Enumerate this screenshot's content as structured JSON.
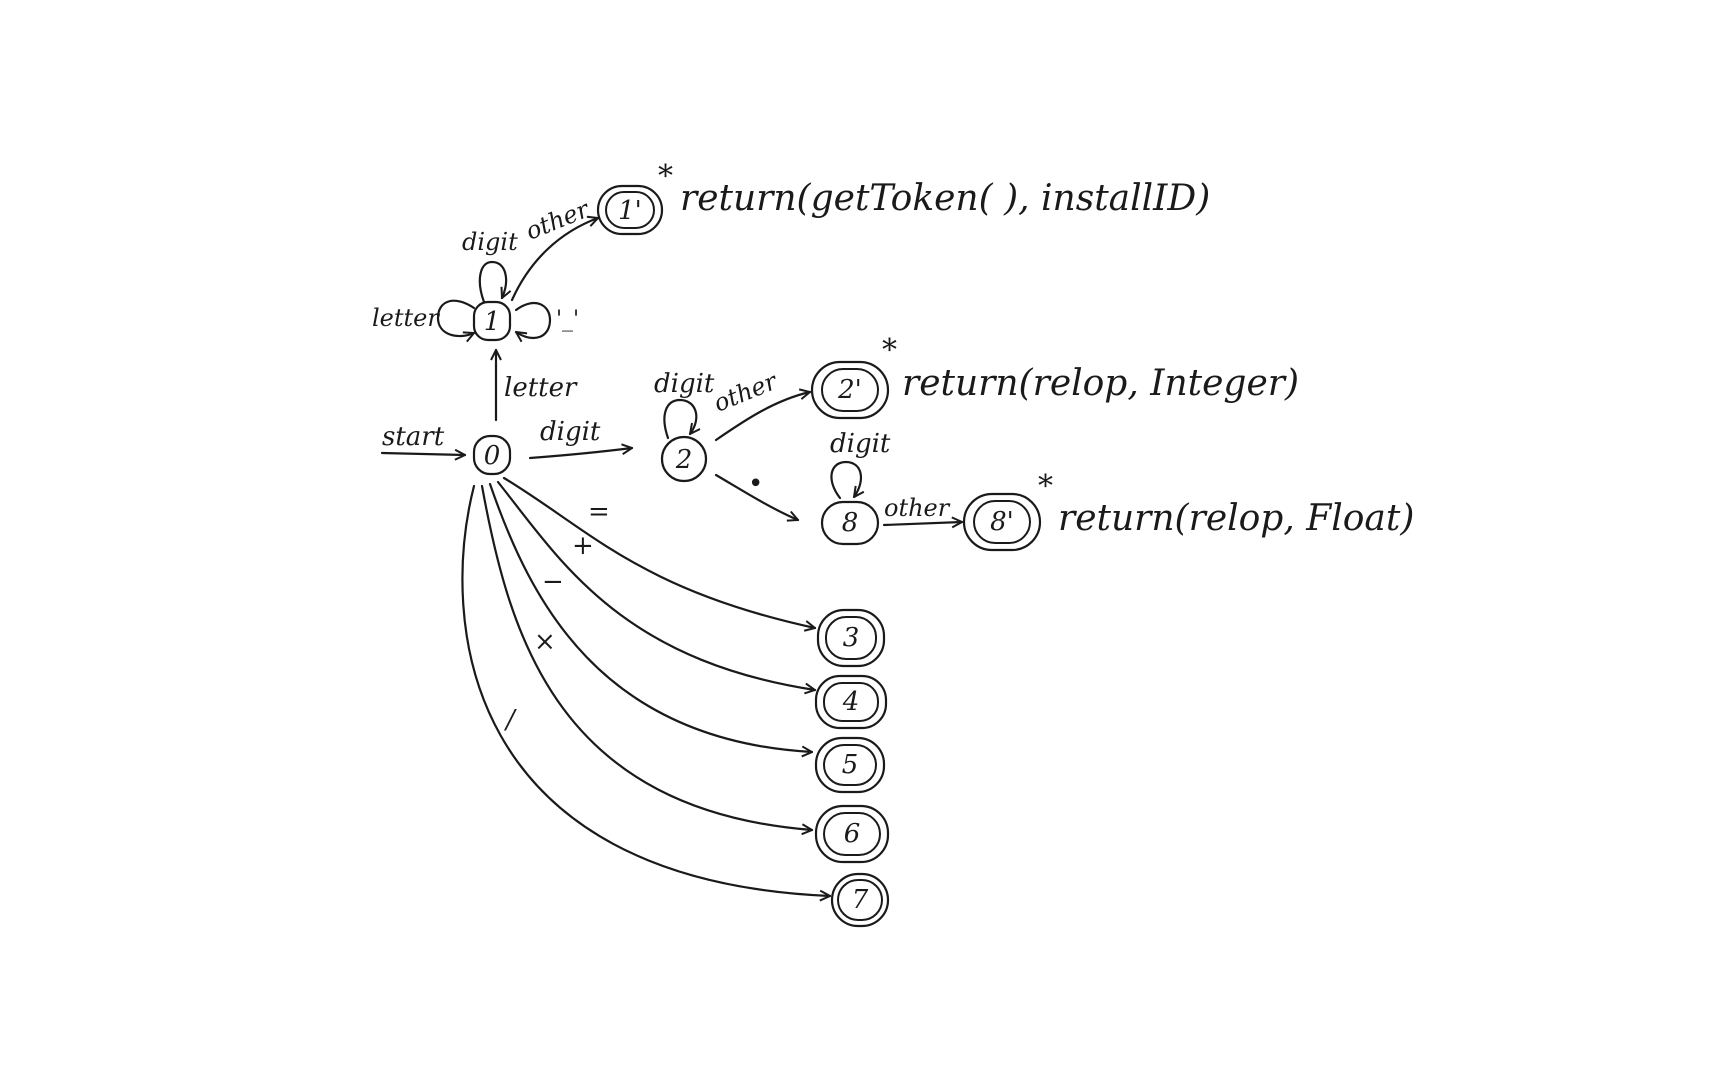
{
  "states": [
    {
      "id": "s0",
      "label": "0"
    },
    {
      "id": "s1",
      "label": "1"
    },
    {
      "id": "s1p",
      "label": "1'"
    },
    {
      "id": "s2",
      "label": "2"
    },
    {
      "id": "s2p",
      "label": "2'"
    },
    {
      "id": "s8",
      "label": "8"
    },
    {
      "id": "s8p",
      "label": "8'"
    },
    {
      "id": "s3",
      "label": "3"
    },
    {
      "id": "s4",
      "label": "4"
    },
    {
      "id": "s5",
      "label": "5"
    },
    {
      "id": "s6",
      "label": "6"
    },
    {
      "id": "s7",
      "label": "7"
    }
  ],
  "edge_labels": {
    "start": "start",
    "s0_s1": "letter",
    "s0_s2": "digit",
    "s1_self_letter": "letter",
    "s1_self_digit": "digit",
    "s1_self_underscore": "'_'",
    "s1_s1p": "other",
    "s2_self": "digit",
    "s2_s2p": "other",
    "s2_s8": "•",
    "s8_self": "digit",
    "s8_s8p": "other",
    "s0_s3": "=",
    "s0_s4": "+",
    "s0_s5": "−",
    "s0_s6": "×",
    "s0_s7": "/"
  },
  "actions": {
    "s1p": "return(getToken( ), installID)",
    "s2p": "return(relop, Integer)",
    "s8p": "return(relop, Float)"
  },
  "retract_mark": "*"
}
